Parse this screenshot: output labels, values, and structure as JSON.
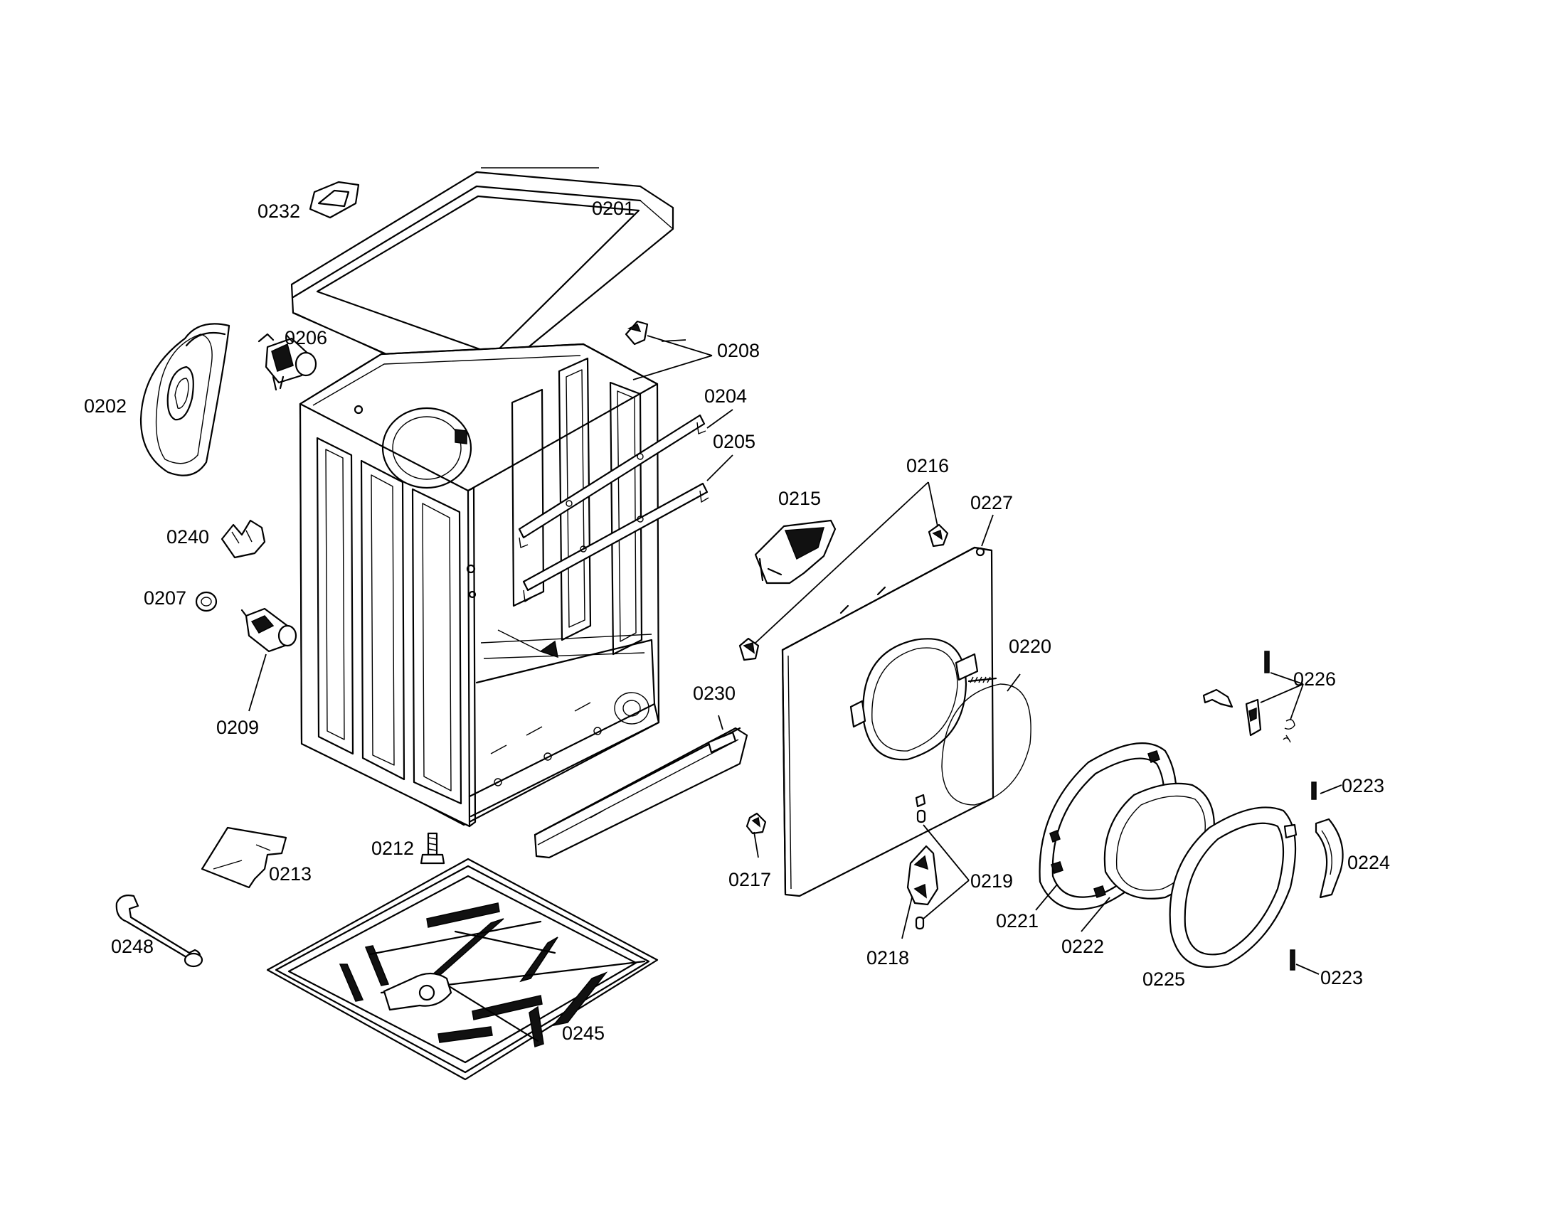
{
  "colors": {
    "background": "#ffffff",
    "ink": "#000000"
  },
  "labels": {
    "p0201": "0201",
    "p0202": "0202",
    "p0204": "0204",
    "p0205": "0205",
    "p0206": "0206",
    "p0207": "0207",
    "p0208": "0208",
    "p0209": "0209",
    "p0212": "0212",
    "p0213": "0213",
    "p0215": "0215",
    "p0216": "0216",
    "p0217": "0217",
    "p0218": "0218",
    "p0219": "0219",
    "p0220": "0220",
    "p0221": "0221",
    "p0222": "0222",
    "p0223_upper": "0223",
    "p0223_lower": "0223",
    "p0224": "0224",
    "p0225": "0225",
    "p0226": "0226",
    "p0227": "0227",
    "p0230": "0230",
    "p0232": "0232",
    "p0240": "0240",
    "p0245": "0245",
    "p0248": "0248"
  }
}
